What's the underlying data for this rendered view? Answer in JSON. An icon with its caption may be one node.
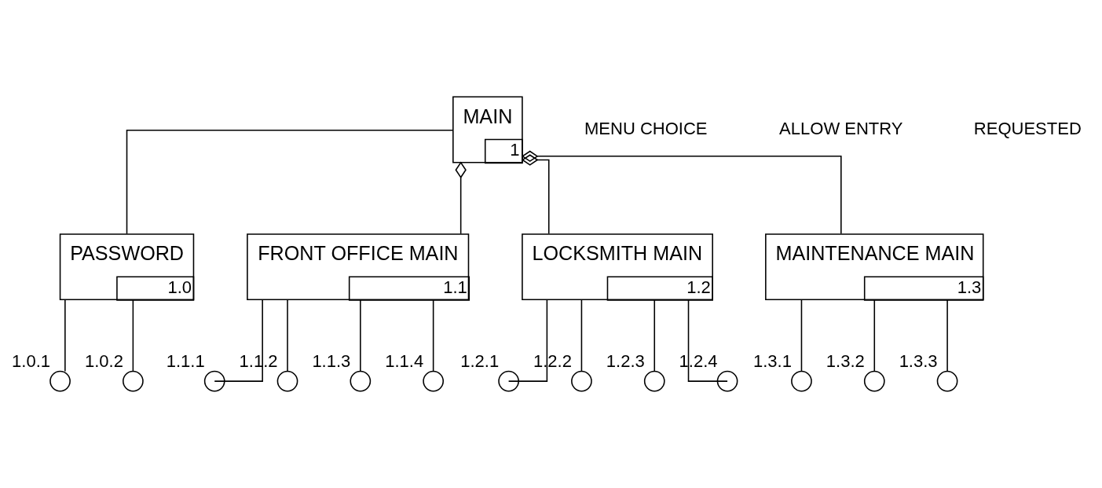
{
  "diagram": {
    "nodes": [
      {
        "text": [
          "MAIN",
          "1"
        ]
      },
      {
        "text": [
          "PASSWORD",
          "1.0"
        ]
      },
      {
        "text": [
          "FRONT OFFICE MAIN",
          "1.1"
        ]
      },
      {
        "text": [
          "LOCKSMITH MAIN",
          "1.2"
        ]
      },
      {
        "text": [
          "MAINTENANCE MAIN",
          "1.3"
        ]
      },
      {
        "text": [],
        "shape": "circle",
        "beside": [
          "1.0.1"
        ]
      },
      {
        "text": [],
        "shape": "circle",
        "beside": [
          "1.0.2"
        ]
      },
      {
        "text": [],
        "shape": "circle",
        "beside": [
          "1.1.1"
        ]
      },
      {
        "text": [],
        "shape": "circle",
        "beside": [
          "1.1.2"
        ]
      },
      {
        "text": [],
        "shape": "circle",
        "beside": [
          "1.1.3"
        ]
      },
      {
        "text": [],
        "shape": "circle",
        "beside": [
          "1.1.4"
        ]
      },
      {
        "text": [],
        "shape": "circle",
        "beside": [
          "1.2.1"
        ]
      },
      {
        "text": [],
        "shape": "circle",
        "beside": [
          "1.2.2"
        ]
      },
      {
        "text": [],
        "shape": "circle",
        "beside": [
          "1.2.3"
        ]
      },
      {
        "text": [],
        "shape": "circle",
        "beside": [
          "1.2.4"
        ]
      },
      {
        "text": [],
        "shape": "circle",
        "beside": [
          "1.3.1"
        ]
      },
      {
        "text": [],
        "shape": "circle",
        "beside": [
          "1.3.2"
        ]
      },
      {
        "text": [],
        "shape": "circle",
        "beside": [
          "1.3.3"
        ]
      }
    ],
    "edges": [
      {
        "from": 0,
        "to": 1,
        "arrow": "none"
      },
      {
        "from": 0,
        "to": 2,
        "arrow": "other"
      },
      {
        "from": 0,
        "to": 3,
        "arrow": "other"
      },
      {
        "from": 0,
        "to": 4,
        "arrow": "other"
      },
      {
        "from": 1,
        "to": 5,
        "arrow": "none"
      },
      {
        "from": 1,
        "to": 6,
        "arrow": "none"
      },
      {
        "from": 2,
        "to": 7,
        "arrow": "none"
      },
      {
        "from": 2,
        "to": 8,
        "arrow": "none"
      },
      {
        "from": 2,
        "to": 9,
        "arrow": "none"
      },
      {
        "from": 2,
        "to": 10,
        "arrow": "none"
      },
      {
        "from": 3,
        "to": 11,
        "arrow": "none"
      },
      {
        "from": 3,
        "to": 12,
        "arrow": "none"
      },
      {
        "from": 3,
        "to": 13,
        "arrow": "none"
      },
      {
        "from": 3,
        "to": 14,
        "arrow": "none"
      },
      {
        "from": 4,
        "to": 15,
        "arrow": "none"
      },
      {
        "from": 4,
        "to": 16,
        "arrow": "none"
      },
      {
        "from": 4,
        "to": 17,
        "arrow": "none"
      }
    ],
    "labels": [
      "MENU CHOICE",
      "ALLOW ENTRY",
      "REQUESTED"
    ]
  }
}
